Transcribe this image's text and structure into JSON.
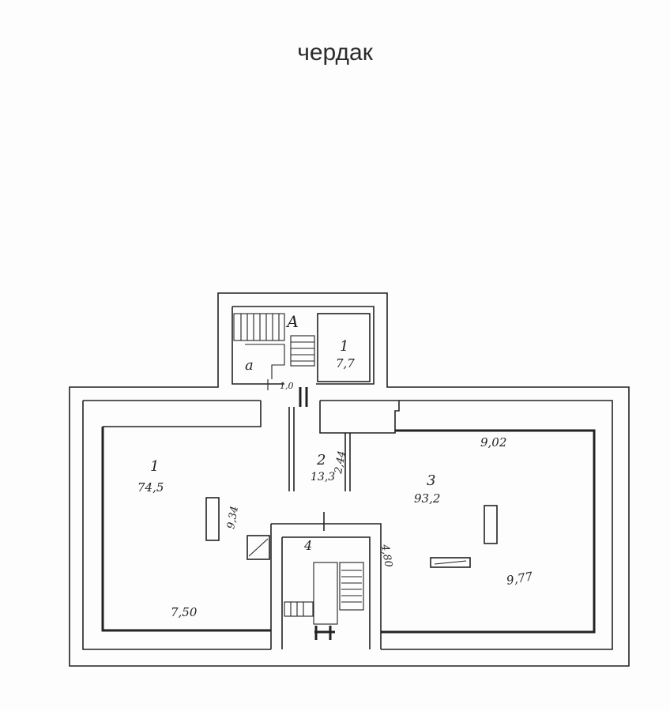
{
  "title": "чердак",
  "rooms": {
    "stair_block_letter": "А",
    "stair_block_room_a": "а",
    "small_room_number": "1",
    "small_room_area": "7,7",
    "room_1_number": "1",
    "room_1_area": "74,5",
    "room_2_number": "2",
    "room_2_area": "13,3",
    "room_3_number": "3",
    "room_3_area": "93,2",
    "room_4_number": "4"
  },
  "dimensions": {
    "top_right": "9,02",
    "left_inner": "9,34",
    "corridor": "2,44",
    "stair_side": "4,80",
    "right_bottom": "9,77",
    "bottom_left": "7,50",
    "door_small": "1,0"
  }
}
